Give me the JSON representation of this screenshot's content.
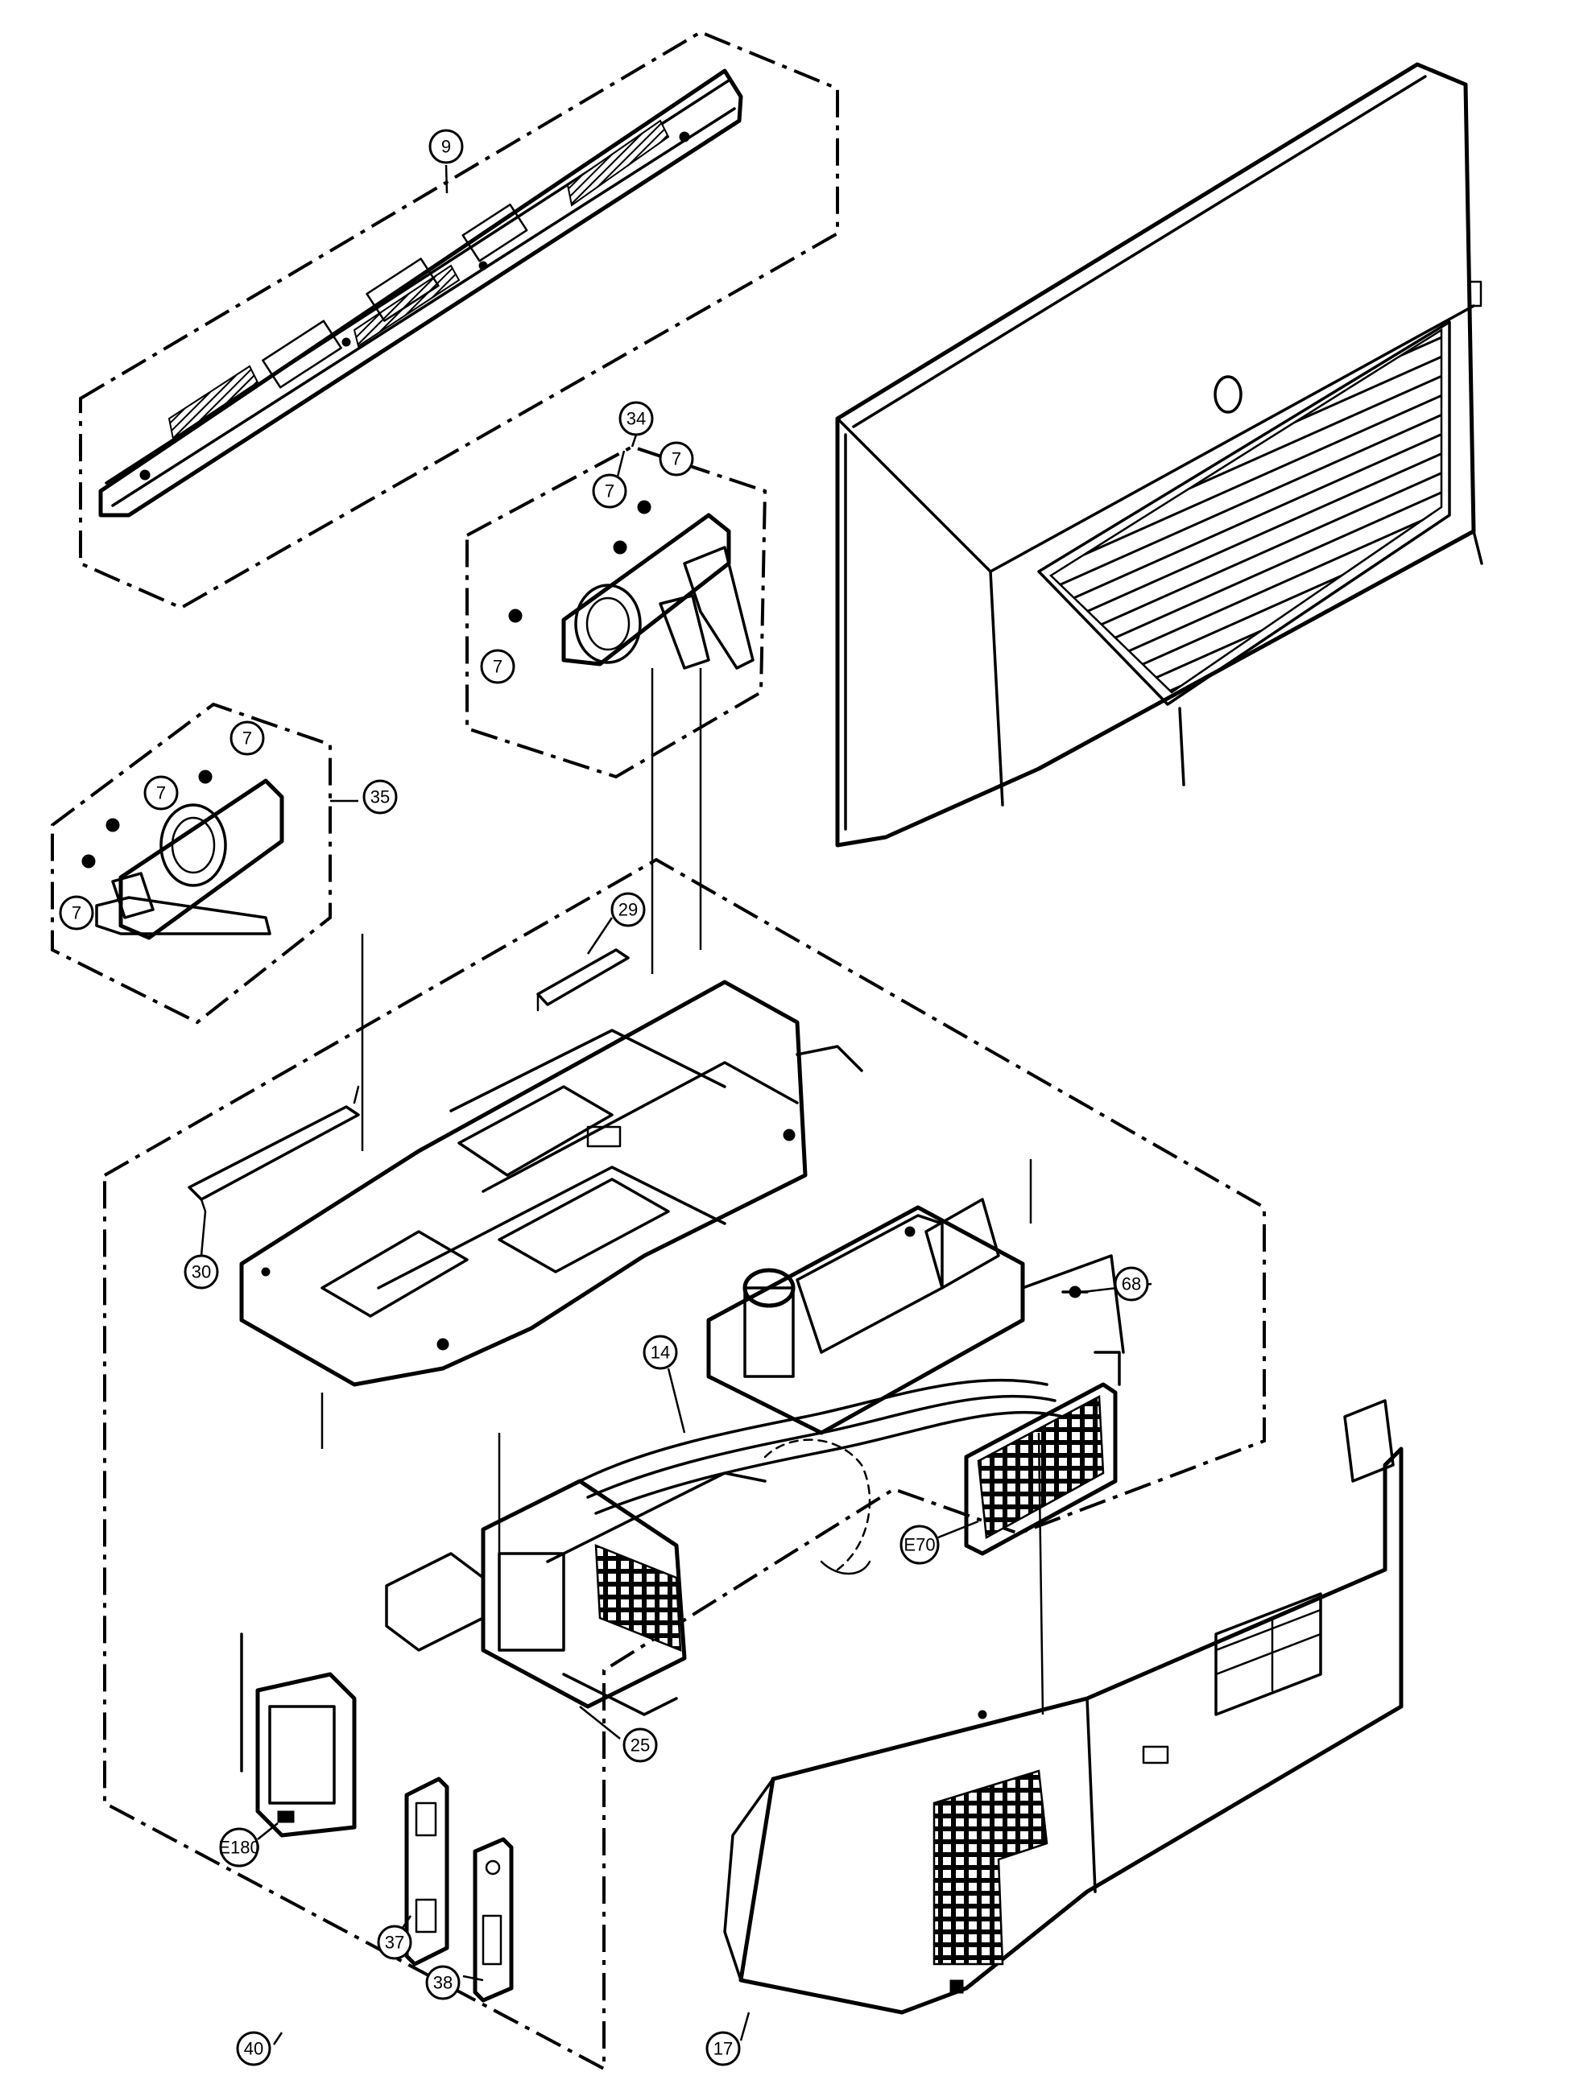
{
  "callouts": [
    {
      "id": "c9",
      "label": "9"
    },
    {
      "id": "c34",
      "label": "34"
    },
    {
      "id": "c7a",
      "label": "7"
    },
    {
      "id": "c7b",
      "label": "7"
    },
    {
      "id": "c7c",
      "label": "7"
    },
    {
      "id": "c7d",
      "label": "7"
    },
    {
      "id": "c7e",
      "label": "7"
    },
    {
      "id": "c7f",
      "label": "7"
    },
    {
      "id": "c35",
      "label": "35"
    },
    {
      "id": "c29",
      "label": "29"
    },
    {
      "id": "c30",
      "label": "30"
    },
    {
      "id": "c68",
      "label": "68"
    },
    {
      "id": "c14",
      "label": "14"
    },
    {
      "id": "cE70",
      "label": "E70"
    },
    {
      "id": "c25",
      "label": "25"
    },
    {
      "id": "cE180",
      "label": "E180"
    },
    {
      "id": "c37",
      "label": "37"
    },
    {
      "id": "c38",
      "label": "38"
    },
    {
      "id": "c40",
      "label": "40"
    },
    {
      "id": "c17",
      "label": "17"
    }
  ]
}
